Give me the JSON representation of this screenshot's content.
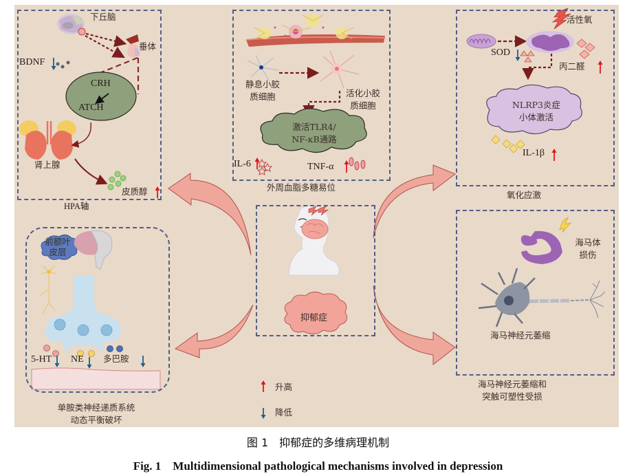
{
  "figure": {
    "caption_cn": "图 1　抑郁症的多维病理机制",
    "caption_en": "Fig. 1　Multidimensional pathological mechanisms involved in depression"
  },
  "colors": {
    "background": "#e9d9c9",
    "dashed_border": "#4f5f86",
    "increase_arrow": "#e0161b",
    "decrease_arrow": "#1f5f8f",
    "curved_arrow_fill": "#efa79c",
    "dark_red_flow": "#7a1d1d"
  },
  "hpa": {
    "title": "HPA轴",
    "hypothalamus": "下丘脑",
    "pituitary": "垂体",
    "bdnf": "BDNF",
    "bdnf_trend": "down",
    "crh": "CRH",
    "atch": "ATCH",
    "adrenal": "肾上腺",
    "cortisol": "皮质醇",
    "cortisol_trend": "up"
  },
  "lps": {
    "title": "外周血脂多糖易位",
    "resting_microglia": [
      "静息小胶",
      "质细胞"
    ],
    "activated_microglia": [
      "活化小胶",
      "质细胞"
    ],
    "pathway": [
      "激活TLR4/",
      "NF-κB通路"
    ],
    "il6": "IL-6",
    "il6_trend": "up",
    "tnf": "TNF-α",
    "tnf_trend": "up"
  },
  "oxidative": {
    "title": "氧化应激",
    "ros": "活性氧",
    "sod": "SOD",
    "sod_trend": "down",
    "mda": "丙二醛",
    "mda_trend": "up",
    "nlrp3": [
      "NLRP3炎症",
      "小体激活"
    ],
    "il1b": "IL-1β",
    "il1b_trend": "up"
  },
  "center": {
    "label": "抑郁症"
  },
  "monoamine": {
    "title": [
      "单胺类神经递质系统",
      "动态平衡破坏"
    ],
    "pfc": [
      "前额叶",
      "皮层"
    ],
    "serotonin": "5-HT",
    "ne": "NE",
    "dopamine": "多巴胺",
    "trend": "down"
  },
  "hippocampus": {
    "title": [
      "海马神经元萎缩和",
      "突触可塑性受损"
    ],
    "damage": [
      "海马体",
      "损伤"
    ],
    "atrophy": "海马神经元萎缩"
  },
  "legend": {
    "items": [
      {
        "symbol": "up-arrow",
        "label": "升高"
      },
      {
        "symbol": "down-arrow",
        "label": "降低"
      }
    ]
  }
}
